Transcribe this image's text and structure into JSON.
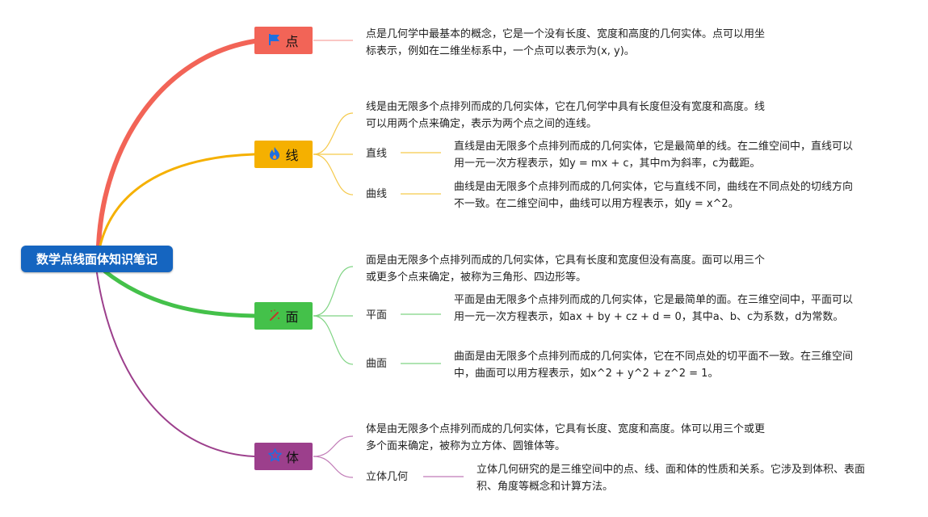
{
  "root": {
    "title": "数学点线面体知识笔记"
  },
  "branches": [
    {
      "label": "点",
      "icon": "flag-icon",
      "color": "#f26457",
      "descriptions": [
        "点是几何学中最基本的概念，它是一个没有长度、宽度和高度的几何实体。点可以用坐标表示，例如在二维坐标系中，一个点可以表示为(x, y)。"
      ],
      "subtopics": []
    },
    {
      "label": "线",
      "icon": "fire-icon",
      "color": "#f5b000",
      "descriptions": [
        "线是由无限多个点排列而成的几何实体，它在几何学中具有长度但没有宽度和高度。线可以用两个点来确定，表示为两个点之间的连线。"
      ],
      "subtopics": [
        {
          "label": "直线",
          "text": "直线是由无限多个点排列而成的几何实体，它是最简单的线。在二维空间中，直线可以用一元一次方程表示，如y = mx + c，其中m为斜率，c为截距。"
        },
        {
          "label": "曲线",
          "text": "曲线是由无限多个点排列而成的几何实体，它与直线不同，曲线在不同点处的切线方向不一致。在二维空间中，曲线可以用方程表示，如y = x^2。"
        }
      ]
    },
    {
      "label": "面",
      "icon": "magic-wand-icon",
      "color": "#44c14a",
      "descriptions": [
        "面是由无限多个点排列而成的几何实体，它具有长度和宽度但没有高度。面可以用三个或更多个点来确定，被称为三角形、四边形等。"
      ],
      "subtopics": [
        {
          "label": "平面",
          "text": "平面是由无限多个点排列而成的几何实体，它是最简单的面。在三维空间中，平面可以用一元一次方程表示，如ax + by + cz + d = 0，其中a、b、c为系数，d为常数。"
        },
        {
          "label": "曲面",
          "text": "曲面是由无限多个点排列而成的几何实体，它在不同点处的切平面不一致。在三维空间中，曲面可以用方程表示，如x^2 + y^2 + z^2 = 1。"
        }
      ]
    },
    {
      "label": "体",
      "icon": "star-icon",
      "color": "#9c3f8c",
      "descriptions": [
        "体是由无限多个点排列而成的几何实体，它具有长度、宽度和高度。体可以用三个或更多个面来确定，被称为立方体、圆锥体等。"
      ],
      "subtopics": [
        {
          "label": "立体几何",
          "text": "立体几何研究的是三维空间中的点、线、面和体的性质和关系。它涉及到体积、表面积、角度等概念和计算方法。"
        }
      ]
    }
  ]
}
